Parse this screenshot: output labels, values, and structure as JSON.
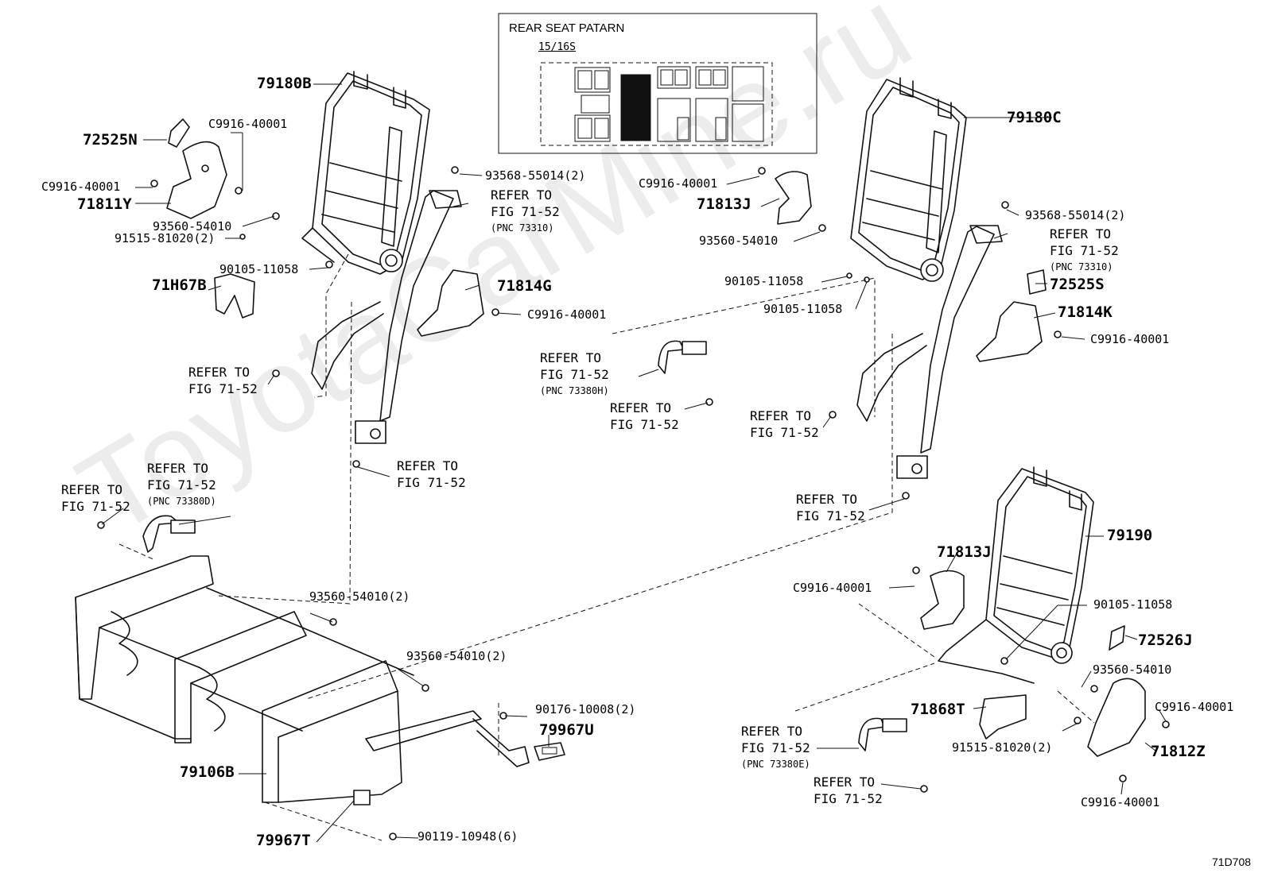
{
  "watermark": "ToyotaCarMine.ru",
  "diagram_id": "71D708",
  "legend": {
    "title": "REAR SEAT PATARN",
    "subtitle": "15/16S"
  },
  "callouts": {
    "c79180B": "79180B",
    "c79180C": "79180C",
    "c72525N": "72525N",
    "c71811Y": "71811Y",
    "c71H67B": "71H67B",
    "c71814G": "71814G",
    "c71813J_a": "71813J",
    "c72525S": "72525S",
    "c71814K": "71814K",
    "c79190": "79190",
    "c71813J_b": "71813J",
    "c72526J": "72526J",
    "c71868T": "71868T",
    "c71812Z": "71812Z",
    "c79106B": "79106B",
    "c79967T": "79967T",
    "c79967U": "79967U"
  },
  "part_numbers": {
    "p01": "C9916-40001",
    "p02": "C9916-40001",
    "p03": "93560-54010",
    "p04": "91515-81020(2)",
    "p05": "90105-11058",
    "p06": "93568-55014(2)",
    "p07": "C9916-40001",
    "p08": "C9916-40001",
    "p09": "93560-54010",
    "p10": "90105-11058",
    "p11": "90105-11058",
    "p12": "93568-55014(2)",
    "p13": "C9916-40001",
    "p14": "C9916-40001",
    "p15": "90105-11058",
    "p16": "93560-54010",
    "p17": "C9916-40001",
    "p18": "91515-81020(2)",
    "p19": "C9916-40001",
    "p20": "93560-54010(2)",
    "p21": "93560-54010(2)",
    "p22": "90176-10008(2)",
    "p23": "90119-10948(6)"
  },
  "refs": {
    "r01": {
      "text": "REFER TO\nFIG 71-52",
      "pnc": "(PNC 73310)"
    },
    "r02": {
      "text": "REFER TO\nFIG 71-52"
    },
    "r03": {
      "text": "REFER TO\nFIG 71-52"
    },
    "r04": {
      "text": "REFER TO\nFIG 71-52",
      "pnc": "(PNC 73380D)"
    },
    "r05": {
      "text": "REFER TO\nFIG 71-52"
    },
    "r06": {
      "text": "REFER TO\nFIG 71-52",
      "pnc": "(PNC 73380H)"
    },
    "r07": {
      "text": "REFER TO\nFIG 71-52"
    },
    "r08": {
      "text": "REFER TO\nFIG 71-52"
    },
    "r09": {
      "text": "REFER TO\nFIG 71-52",
      "pnc": "(PNC 73310)"
    },
    "r10": {
      "text": "REFER TO\nFIG 71-52"
    },
    "r11": {
      "text": "REFER TO\nFIG 71-52",
      "pnc": "(PNC 73380E)"
    },
    "r12": {
      "text": "REFER TO\nFIG 71-52"
    }
  }
}
